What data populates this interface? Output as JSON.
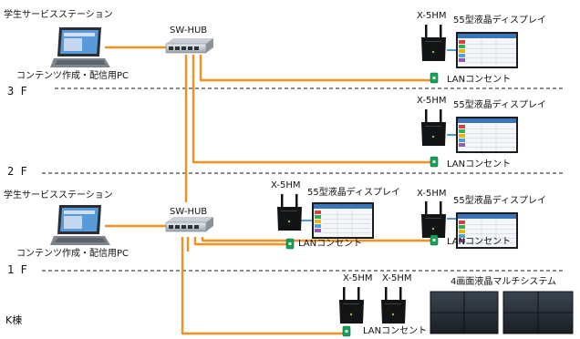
{
  "colors": {
    "cable_orange": "#f39020",
    "cable_blue": "#2a7fd0",
    "outlet_green": "#16a05a",
    "floor_divider": "#444444"
  },
  "icons": {
    "pc": "laptop-icon",
    "hub": "network-switch-icon",
    "ap": "wireless-router-icon",
    "display": "display-screen-icon",
    "outlet": "lan-outlet-icon",
    "multi_display": "quad-display-icon"
  },
  "labels": {
    "station_top": "学生サービスステーション",
    "station_mid": "学生サービスステーション",
    "pc_top": "コンテンツ作成・配信用PC",
    "pc_mid": "コンテンツ作成・配信用PC",
    "hub_top": "SW-HUB",
    "hub_mid": "SW-HUB",
    "floor_3f": "3 F",
    "floor_2f": "2 F",
    "floor_1f": "1 F",
    "floor_k": "K棟",
    "ap_3f": "X-5HM",
    "ap_2f": "X-5HM",
    "ap_1f_a": "X-5HM",
    "ap_1f_b": "X-5HM",
    "ap_k_a": "X-5HM",
    "ap_k_b": "X-5HM",
    "disp_3f": "55型液晶ディスプレイ",
    "disp_2f": "55型液晶ディスプレイ",
    "disp_1f_a": "55型液晶ディスプレイ",
    "disp_1f_b": "55型液晶ディスプレイ",
    "lan_3f": "LANコンセント",
    "lan_2f": "LANコンセント",
    "lan_1f_a": "LANコンセント",
    "lan_1f_b": "LANコンセント",
    "lan_k": "LANコンセント",
    "multi_system": "4画面液晶マルチシステム"
  }
}
